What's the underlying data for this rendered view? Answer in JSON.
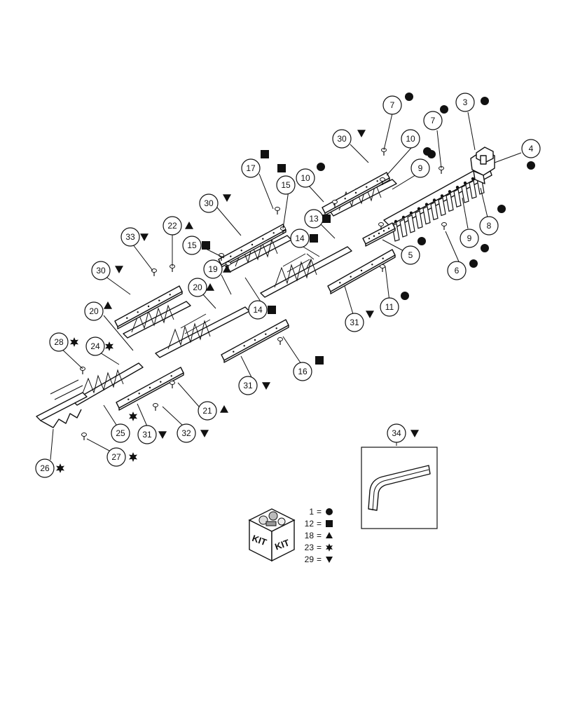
{
  "callouts": [
    {
      "num": "3",
      "sym": "circle"
    },
    {
      "num": "4",
      "sym": "circle"
    },
    {
      "num": "5",
      "sym": "circle"
    },
    {
      "num": "6",
      "sym": "circle"
    },
    {
      "num": "7",
      "sym": "circle"
    },
    {
      "num": "7",
      "sym": "circle"
    },
    {
      "num": "8",
      "sym": "circle"
    },
    {
      "num": "9",
      "sym": "circle"
    },
    {
      "num": "9",
      "sym": "circle"
    },
    {
      "num": "10",
      "sym": "circle"
    },
    {
      "num": "10",
      "sym": "circle"
    },
    {
      "num": "11",
      "sym": "circle"
    },
    {
      "num": "13",
      "sym": "square"
    },
    {
      "num": "14",
      "sym": "square"
    },
    {
      "num": "14",
      "sym": "square"
    },
    {
      "num": "15",
      "sym": "square"
    },
    {
      "num": "15",
      "sym": "square"
    },
    {
      "num": "16",
      "sym": "square"
    },
    {
      "num": "17",
      "sym": "square"
    },
    {
      "num": "19",
      "sym": "triangle"
    },
    {
      "num": "20",
      "sym": "triangle"
    },
    {
      "num": "20",
      "sym": "triangle"
    },
    {
      "num": "21",
      "sym": "triangle"
    },
    {
      "num": "22",
      "sym": "triangle"
    },
    {
      "num": "24",
      "sym": "star"
    },
    {
      "num": "25",
      "sym": "star"
    },
    {
      "num": "26",
      "sym": "star"
    },
    {
      "num": "27",
      "sym": "star"
    },
    {
      "num": "28",
      "sym": "star"
    },
    {
      "num": "30",
      "sym": "down-triangle"
    },
    {
      "num": "30",
      "sym": "down-triangle"
    },
    {
      "num": "30",
      "sym": "down-triangle"
    },
    {
      "num": "31",
      "sym": "down-triangle"
    },
    {
      "num": "31",
      "sym": "down-triangle"
    },
    {
      "num": "31",
      "sym": "down-triangle"
    },
    {
      "num": "32",
      "sym": "down-triangle"
    },
    {
      "num": "33",
      "sym": "down-triangle"
    },
    {
      "num": "34",
      "sym": "down-triangle"
    }
  ],
  "kit": {
    "label_left": "KIT",
    "label_right": "KIT",
    "legend": [
      {
        "count": "1",
        "sym": "circle"
      },
      {
        "count": "12",
        "sym": "square"
      },
      {
        "count": "18",
        "sym": "triangle"
      },
      {
        "count": "23",
        "sym": "star"
      },
      {
        "count": "29",
        "sym": "down-triangle"
      }
    ]
  },
  "symbol_color": "#111111"
}
